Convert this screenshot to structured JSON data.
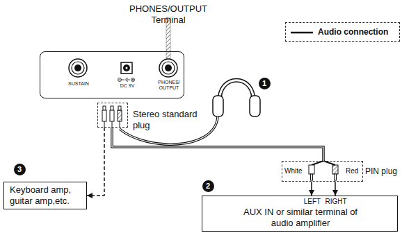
{
  "diagram": {
    "nodes": [
      {
        "text": [
          "SUSTAIN",
          "DC 9V",
          "PHONES/ OUTPUT"
        ]
      },
      {
        "text": [
          "Stereo standard plug"
        ]
      },
      {
        "text": [
          "Keyboard amp, guitar amp,etc."
        ]
      },
      {
        "text": [
          "PIN plug",
          "White",
          "Red"
        ]
      },
      {
        "text": [
          "LEFT",
          "RIGHT",
          "AUX IN or similar terminal of audio amplifier"
        ]
      }
    ],
    "edges": [
      {
        "from": 1,
        "to": 2,
        "arrow": "to"
      },
      {
        "from": 1,
        "to": 3,
        "arrow": "none"
      },
      {
        "from": 3,
        "to": 4,
        "arrow": "to"
      },
      {
        "from": 3,
        "to": 4,
        "arrow": "to"
      }
    ],
    "labels": [
      "PHONES/OUTPUT Terminal",
      "1",
      "2",
      "3"
    ],
    "legend": [
      {
        "text": "Audio connection"
      }
    ]
  }
}
